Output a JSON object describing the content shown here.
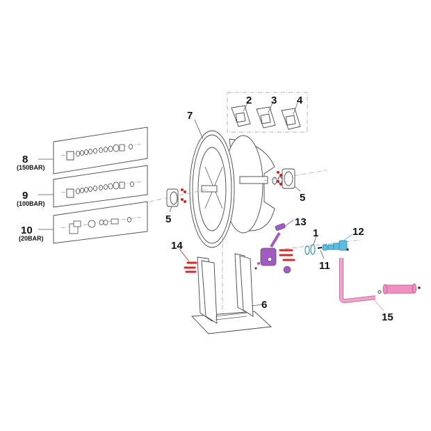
{
  "diagram": {
    "labels": {
      "p1": "1",
      "p2": "2",
      "p3": "3",
      "p4": "4",
      "p5a": "5",
      "p5b": "5",
      "p6": "6",
      "p7": "7",
      "p8": "8",
      "p8_sub": "(150BAR)",
      "p9": "9",
      "p9_sub": "(100BAR)",
      "p10": "10",
      "p10_sub": "(20BAR)",
      "p11": "11",
      "p12": "12",
      "p13": "13",
      "p14": "14",
      "p15": "15"
    },
    "colors": {
      "swivel_block": "#a25bc4",
      "bolts": "#d42a2a",
      "swivel_joint": "#5bbde0",
      "crank_handle": "#ee8fbf",
      "line": "#444444"
    }
  }
}
